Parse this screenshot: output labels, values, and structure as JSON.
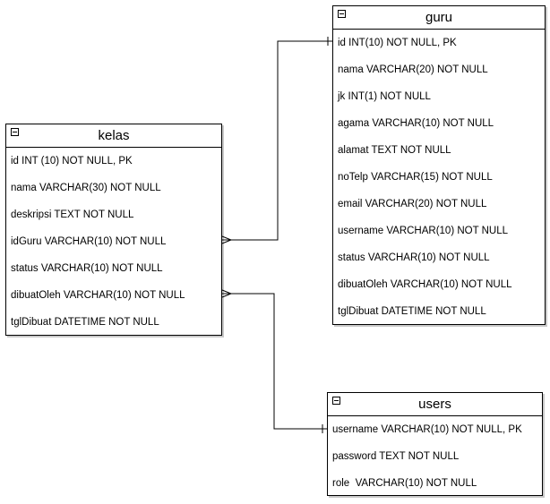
{
  "entities": {
    "kelas": {
      "name": "kelas",
      "attributes": [
        "id INT (10) NOT NULL, PK",
        "nama VARCHAR(30) NOT NULL",
        "deskripsi TEXT NOT NULL",
        "idGuru VARCHAR(10) NOT NULL",
        "status VARCHAR(10) NOT NULL",
        "dibuatOleh VARCHAR(10) NOT NULL",
        "tglDibuat DATETIME NOT NULL"
      ]
    },
    "guru": {
      "name": "guru",
      "attributes": [
        "id INT(10) NOT NULL, PK",
        "nama VARCHAR(20) NOT NULL",
        "jk INT(1) NOT NULL",
        "agama VARCHAR(10) NOT NULL",
        "alamat TEXT NOT NULL",
        "noTelp VARCHAR(15) NOT NULL",
        "email VARCHAR(20) NOT NULL",
        "username VARCHAR(10) NOT NULL",
        "status VARCHAR(10) NOT NULL",
        "dibuatOleh VARCHAR(10) NOT NULL",
        "tglDibuat DATETIME NOT NULL"
      ]
    },
    "users": {
      "name": "users",
      "attributes": [
        "username VARCHAR(10) NOT NULL, PK",
        "password TEXT NOT NULL",
        "role  VARCHAR(10) NOT NULL"
      ]
    }
  },
  "relationships": [
    {
      "from": "kelas.idGuru",
      "to": "guru.id",
      "from_end": "many",
      "to_end": "one"
    },
    {
      "from": "kelas.dibuatOleh",
      "to": "users.username",
      "from_end": "many",
      "to_end": "one"
    }
  ]
}
